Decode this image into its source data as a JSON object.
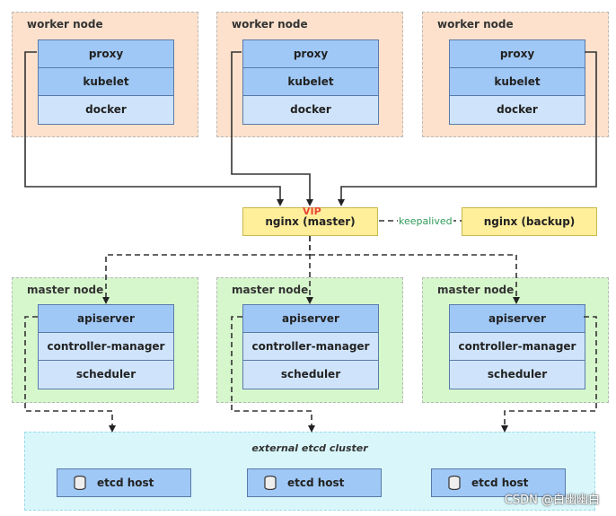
{
  "worker_nodes": [
    {
      "title": "worker node",
      "components": [
        "proxy",
        "kubelet",
        "docker"
      ]
    },
    {
      "title": "worker node",
      "components": [
        "proxy",
        "kubelet",
        "docker"
      ]
    },
    {
      "title": "worker node",
      "components": [
        "proxy",
        "kubelet",
        "docker"
      ]
    }
  ],
  "load_balancer": {
    "vip_label": "VIP",
    "master": "nginx (master)",
    "backup": "nginx (backup)",
    "link_label": "keepalived"
  },
  "master_nodes": [
    {
      "title": "master node",
      "components": [
        "apiserver",
        "controller-manager",
        "scheduler"
      ]
    },
    {
      "title": "master node",
      "components": [
        "apiserver",
        "controller-manager",
        "scheduler"
      ]
    },
    {
      "title": "master node",
      "components": [
        "apiserver",
        "controller-manager",
        "scheduler"
      ]
    }
  ],
  "etcd_cluster": {
    "title": "external etcd cluster",
    "hosts": [
      "etcd host",
      "etcd host",
      "etcd host"
    ]
  },
  "watermark": "CSDN @白幽幽白",
  "colors": {
    "worker_bg": "#fde1cc",
    "master_bg": "#d6f7cc",
    "etcd_bg": "#d9f7fb",
    "component_dark": "#9fc8f6",
    "component_light": "#cfe4fb",
    "nginx_bg": "#ffee9a",
    "vip": "#e8483b",
    "keepalived": "#2f9a5a"
  }
}
